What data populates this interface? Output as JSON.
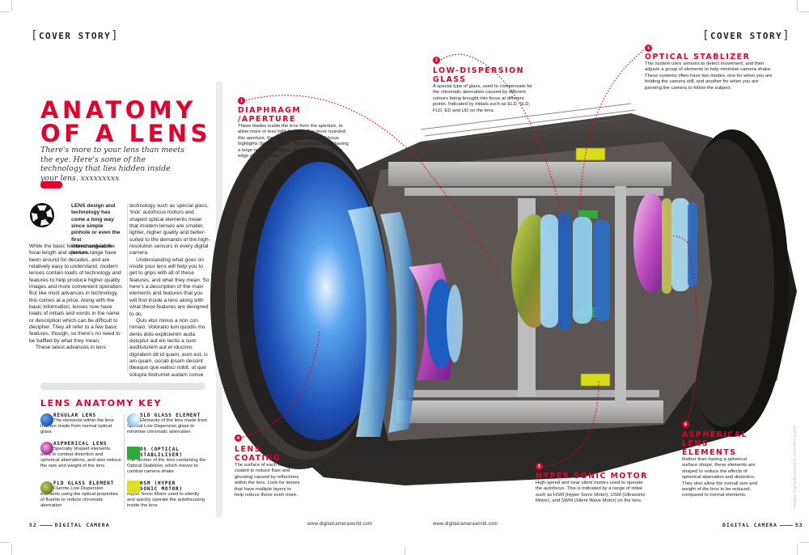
{
  "spread": {
    "left_page": {
      "kicker": "COVER STORY",
      "headline_line1": "ANATOMY",
      "headline_line2": "OF A LENS",
      "standfirst": "There's more to your lens than meets the eye. Here's some of the technology that lies hidden inside your lens. xxxxxxxxx",
      "body_lead": "LENS design and technology has come a long way since simple pinhole or even the first interchangeable lenses.",
      "body_col1": "While the basic features such as the focal length and aperture range have been around for decades, and are relatively easy to understand, modern lenses contain loads of technology and features to help produce higher quality images and more convenient operation. But like most advances in technology, this comes at a price. Along with the basic information, lenses now have loads of initials and words in the name or description which can be difficult to decipher. They all refer to a few basic features, though, so there's no need to be baffled by what they mean.",
      "body_col1_p2": "These latest advances in lens",
      "body_col2_p1": "technology such as special glass, 'trick' autofocus motors and shaped optical elements mean that modern lenses are smaller, lighter, higher quality and better-suited to the demands of the high-resolution sensors in every digital camera.",
      "body_col2_p2": "Understanding what goes on inside your lens will help you to get to grips with all of these features, and what they mean. So here's a description of the main elements and features that you will find inside a lens along with what these features are designed to do.",
      "body_col2_p3": "Quis etur minus a non con nimaio. Voloratio ium quodis mo denis dolo explicienim auda doluptur aut eic tectis a sunt audituturem aut et iducimo dignatem dit id quam, eum est, is am quam, occab ipsam dessint ibeaquo que eatisci nobit, ut que volupta tiistrumet audam conse",
      "key": {
        "title": "LENS ANATOMY KEY",
        "items": [
          {
            "name": "REGULAR LENS",
            "desc": "The elements within the lens that are made from normal optical glass",
            "color": "#1f5fb8"
          },
          {
            "name": "SLD GLASS ELEMENT",
            "desc": "Elements of the lens made from Special Low Dispersion glass to minimise chromatic aberration",
            "color": "#a9d8ea"
          },
          {
            "name": "ASPHERICAL LENS",
            "desc": "Specially shaped elements used to combat distortion and spherical aberrations, and also reduce the size and weight of the lens",
            "color": "#b0439e"
          },
          {
            "name": "OS (OPTICAL STABLILISER)",
            "desc": "The section of the lens containing the Optical Stabilizer, which moves to combat camera shake",
            "color": "#2ea83a"
          },
          {
            "name": "FLD GLASS ELEMENT",
            "desc": "Fluorite Low Dispersion elements using the optical properties of fluorite to reduce chromatic aberration",
            "color": "#7f8a2e"
          },
          {
            "name": "HSM (HYPER SONIC MOTOR)",
            "desc": "Hyper Sonic Motor used to silently and quickly operate the autofocusing inside the lens",
            "color": "#dde21e"
          }
        ]
      },
      "folio_number": "52",
      "folio_title": "DIGITAL CAMERA",
      "url": "www.digitalcameraworld.com"
    },
    "right_page": {
      "kicker": "COVER STORY",
      "folio_number": "53",
      "folio_title": "DIGITAL CAMERA",
      "url": "www.digitalcameraworld.com",
      "credit": "Images: Sigma/Illustrated by Andy McLaughlin"
    },
    "callouts": [
      {
        "num": "1",
        "title": "DIAPHRAGM /APERTURE",
        "text": "These blades inside the lens form the aperture, to allow more or less light through. The more rounded this aperture, the more pleasing the out of focus highlights (bokeh) will be. This is achieved by having a large number of blades, and also by curving the edge of each blade."
      },
      {
        "num": "2",
        "title": "LOW-DISPERSION GLASS",
        "text": "A special type of glass, used to compensate for the chromatic aberration caused by different colours being brought into focus at different points. Indicated by initials such as ELD, SLD, FLD, ED and UD on the lens."
      },
      {
        "num": "3",
        "title": "OPTICAL STABLIZER",
        "text": "This system uses sensors to detect movement, and then adjusts a group of elements to help minimise camera shake. These systems often have two modes, one for when you are holding the camera still, and another for when you are panning the camera to follow the subject."
      },
      {
        "num": "4",
        "title_line1": "LENS",
        "title_line2": "COATING",
        "text": "The surface of each element is coated to reduce flare and ghosting caused by reflections within the lens. Look for lenses that have multiple layers to help reduce these even more."
      },
      {
        "num": "5",
        "title": "HYPER SONIC MOTOR",
        "text": "High-speed and near silent motors used to operate the autofocus. This is indicated by a range of initial such as HSM (Hyper Sonic Motor), USM (Ultrasonic Motor), and SWM (Silent Wave Motor) on the lens."
      },
      {
        "num": "6",
        "title_line1": "ASPHERICAL",
        "title_line2": "LENS ELEMENTS",
        "text": "Rather than having a spherical surface shape, these elements are shaped to reduce the effects of spherical aberration and distortion. They also allow the overall size and weight of the lens to be reduced, compared to normal elements."
      }
    ],
    "colors": {
      "accent_red": "#e4002b",
      "rail_gray": "#ececec"
    }
  }
}
